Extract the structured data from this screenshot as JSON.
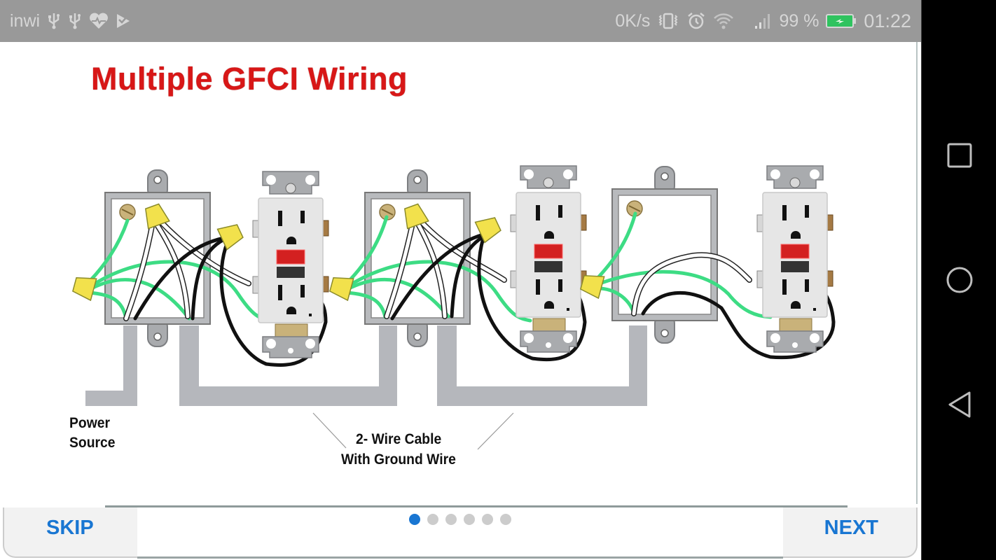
{
  "status_bar": {
    "carrier": "inwi",
    "left_icons": [
      "usb-icon",
      "usb-icon",
      "health-heart-icon",
      "play-check-icon"
    ],
    "network_speed": "0K/s",
    "right_icons": [
      "vibrate-icon",
      "alarm-icon",
      "wifi-icon",
      "signal-icon"
    ],
    "battery_percent": "99 %",
    "battery_level": 0.99,
    "battery_charging": true,
    "time": "01:22"
  },
  "diagram": {
    "title": "Multiple GFCI Wiring",
    "labels": {
      "power_source_line1": "Power",
      "power_source_line2": "Source",
      "cable_line1": "2- Wire Cable",
      "cable_line2": "With Ground Wire"
    },
    "boxes": 3,
    "receptacles": 3,
    "colors": {
      "title": "#d81717",
      "ground_wire": "#3ddc84",
      "hot_wire": "#111111",
      "neutral_wire": "#ffffff",
      "wire_nut": "#f2e14c",
      "conduit": "#b5b7bc",
      "test_button": "#d32020",
      "reset_button": "#333333"
    }
  },
  "footer": {
    "skip_label": "SKIP",
    "next_label": "NEXT",
    "page_count": 6,
    "current_page": 1,
    "accent_color": "#1976d2"
  },
  "nav_bar": {
    "buttons": [
      "recents-button",
      "home-button",
      "back-button"
    ]
  }
}
